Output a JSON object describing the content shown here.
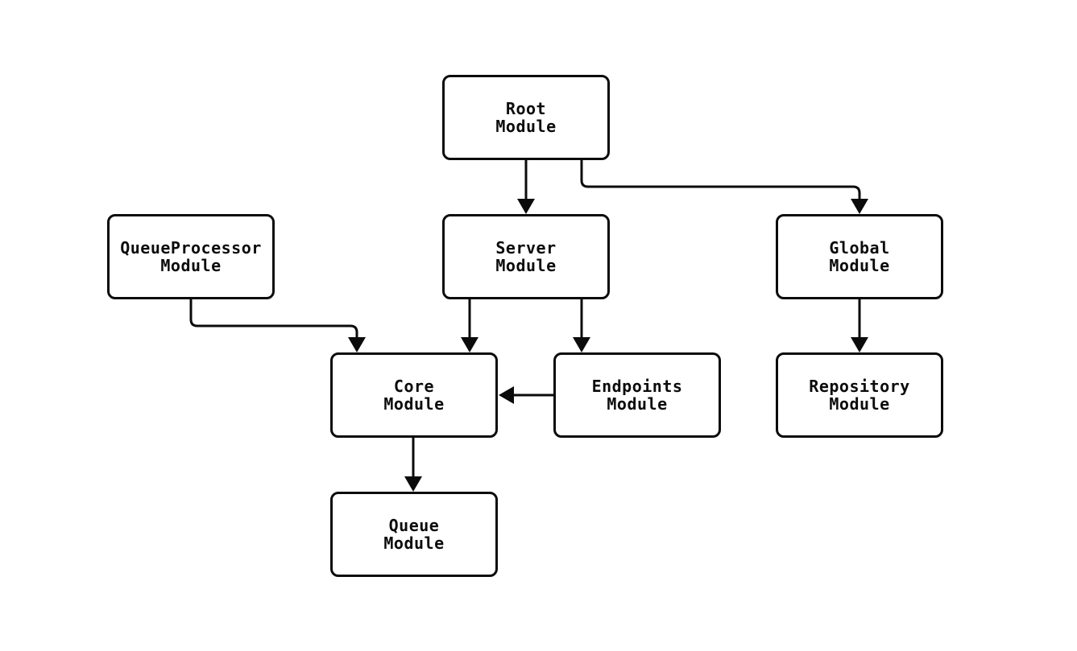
{
  "diagram": {
    "type": "flowchart",
    "background_color": "#ffffff",
    "stroke_color": "#0b0b0b",
    "text_color": "#0b0b0b",
    "node_fill_color": "#ffffff",
    "nodes": {
      "root": {
        "label": "Root\nModule"
      },
      "queueprocessor": {
        "label": "QueueProcessor\nModule"
      },
      "server": {
        "label": "Server\nModule"
      },
      "global": {
        "label": "Global\nModule"
      },
      "core": {
        "label": "Core\nModule"
      },
      "endpoints": {
        "label": "Endpoints\nModule"
      },
      "repository": {
        "label": "Repository\nModule"
      },
      "queue": {
        "label": "Queue\nModule"
      }
    },
    "edges": [
      {
        "from": "Root Module",
        "to": "Server Module"
      },
      {
        "from": "Root Module",
        "to": "Global Module"
      },
      {
        "from": "QueueProcessor Module",
        "to": "Core Module"
      },
      {
        "from": "Server Module",
        "to": "Core Module"
      },
      {
        "from": "Server Module",
        "to": "Endpoints Module"
      },
      {
        "from": "Global Module",
        "to": "Repository Module"
      },
      {
        "from": "Endpoints Module",
        "to": "Core Module"
      },
      {
        "from": "Core Module",
        "to": "Queue Module"
      }
    ]
  }
}
